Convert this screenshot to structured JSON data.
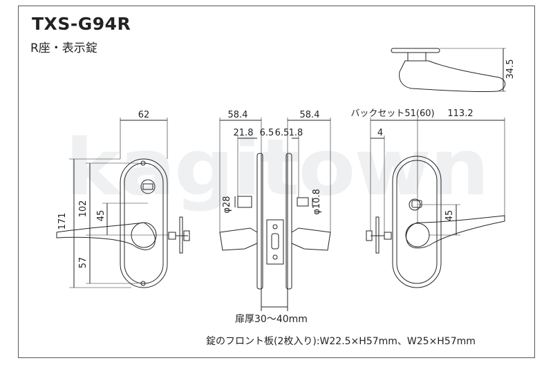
{
  "title": "TXS-G94R",
  "subtitle": "R座・表示錠",
  "watermark": "kagitown",
  "dimensions": {
    "escutcheon_width": "62",
    "overall_height": "171",
    "screw_pitch": "102",
    "lever_to_center": "45",
    "center_to_bottom": "57",
    "left_projection": "58.4",
    "right_projection": "58.4",
    "left_rose_offset": "21.8",
    "left_gap": "6.5",
    "right_gap": "6.5",
    "right_rose_offset": "1.8",
    "spindle_dia": "φ28",
    "indicator_dia": "φ10.8",
    "backset": "バックセット51(60)",
    "lever_length": "113.2",
    "edge_offset": "4",
    "right_lever_to_center": "45",
    "side_height": "34.5"
  },
  "door_thickness": "扉厚30〜40mm",
  "footnote": "錠のフロント板(2枚入り):W22.5×H57mm、W25×H57mm"
}
